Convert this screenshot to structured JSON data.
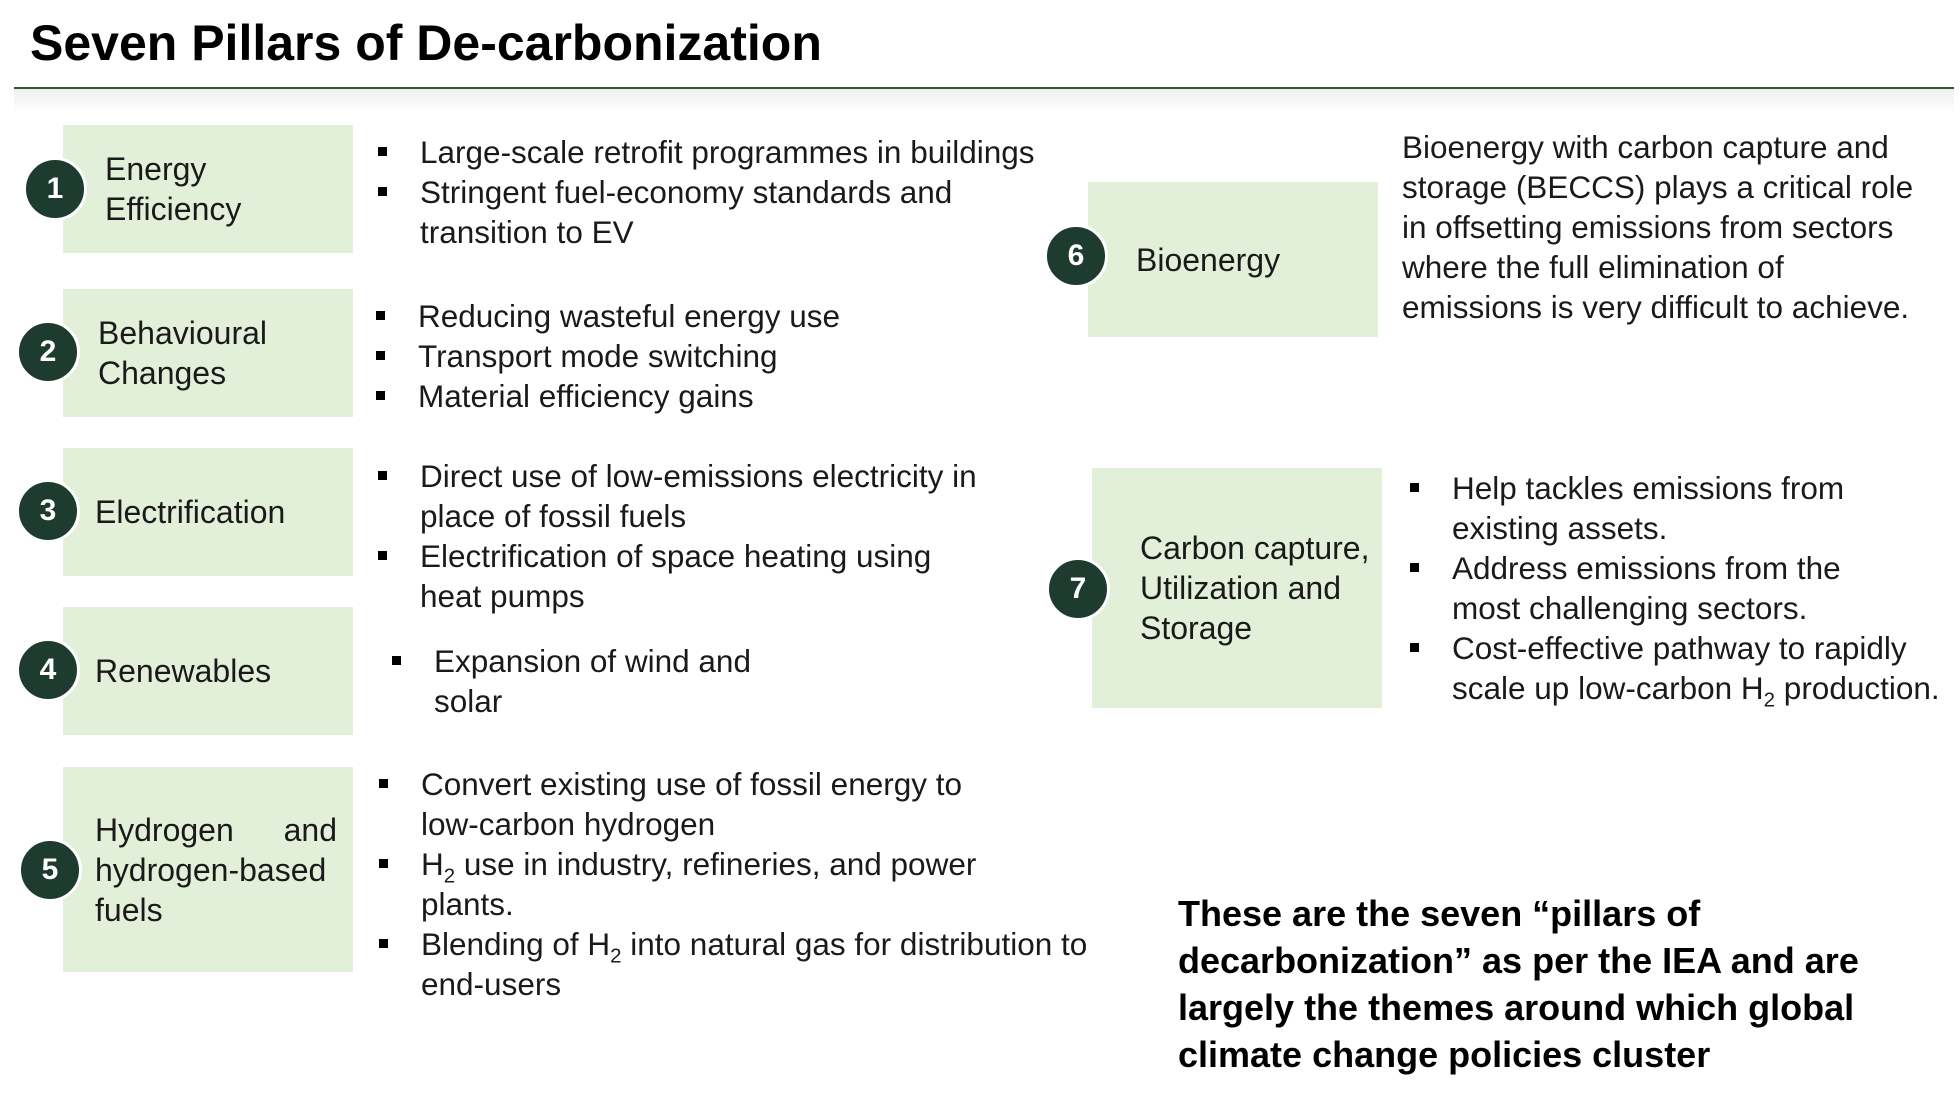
{
  "title": "Seven Pillars of De-carbonization",
  "colors": {
    "box_fill": "#e2f0da",
    "circle_fill": "#1e3b30",
    "rule": "#2d5a3d"
  },
  "pillars": [
    {
      "number": "1",
      "label": "Energy Efficiency",
      "bullets": [
        "Large-scale retrofit programmes in buildings",
        "Stringent fuel-economy standards and transition to EV"
      ]
    },
    {
      "number": "2",
      "label": "Behavioural Changes",
      "bullets": [
        "Reducing wasteful energy use",
        "Transport mode switching",
        "Material efficiency gains"
      ]
    },
    {
      "number": "3",
      "label": "Electrification",
      "bullets": [
        "Direct use of low-emissions electricity in place of fossil fuels",
        "Electrification of space heating using heat pumps"
      ]
    },
    {
      "number": "4",
      "label": "Renewables",
      "bullets": [
        "Expansion of wind and solar"
      ]
    },
    {
      "number": "5",
      "label": "Hydrogen and hydrogen-based fuels",
      "bullets": [
        {
          "pre": "Convert existing use of fossil energy to low-carbon hydrogen",
          "sub": "",
          "post": ""
        },
        {
          "pre": "H",
          "sub": "2",
          "post": " use in industry, refineries, and power plants."
        },
        {
          "pre": "Blending of H",
          "sub": "2",
          "post": " into natural gas for distribution to end-users"
        }
      ]
    },
    {
      "number": "6",
      "label": "Bioenergy",
      "description": "Bioenergy with carbon capture and storage (BECCS) plays a critical role in offsetting emissions from sectors where the full elimination of emissions is very difficult to achieve."
    },
    {
      "number": "7",
      "label": "Carbon capture, Utilization and Storage",
      "bullets": [
        {
          "pre": "Help tackles emissions from existing assets.",
          "sub": "",
          "post": ""
        },
        {
          "pre": "Address emissions from the most challenging sectors.",
          "sub": "",
          "post": ""
        },
        {
          "pre": "Cost-effective pathway to rapidly scale up low-carbon H",
          "sub": "2",
          "post": " production."
        }
      ]
    }
  ],
  "summary": "These are the seven “pillars of decarbonization” as per the IEA and are largely the themes around which global climate change policies cluster"
}
